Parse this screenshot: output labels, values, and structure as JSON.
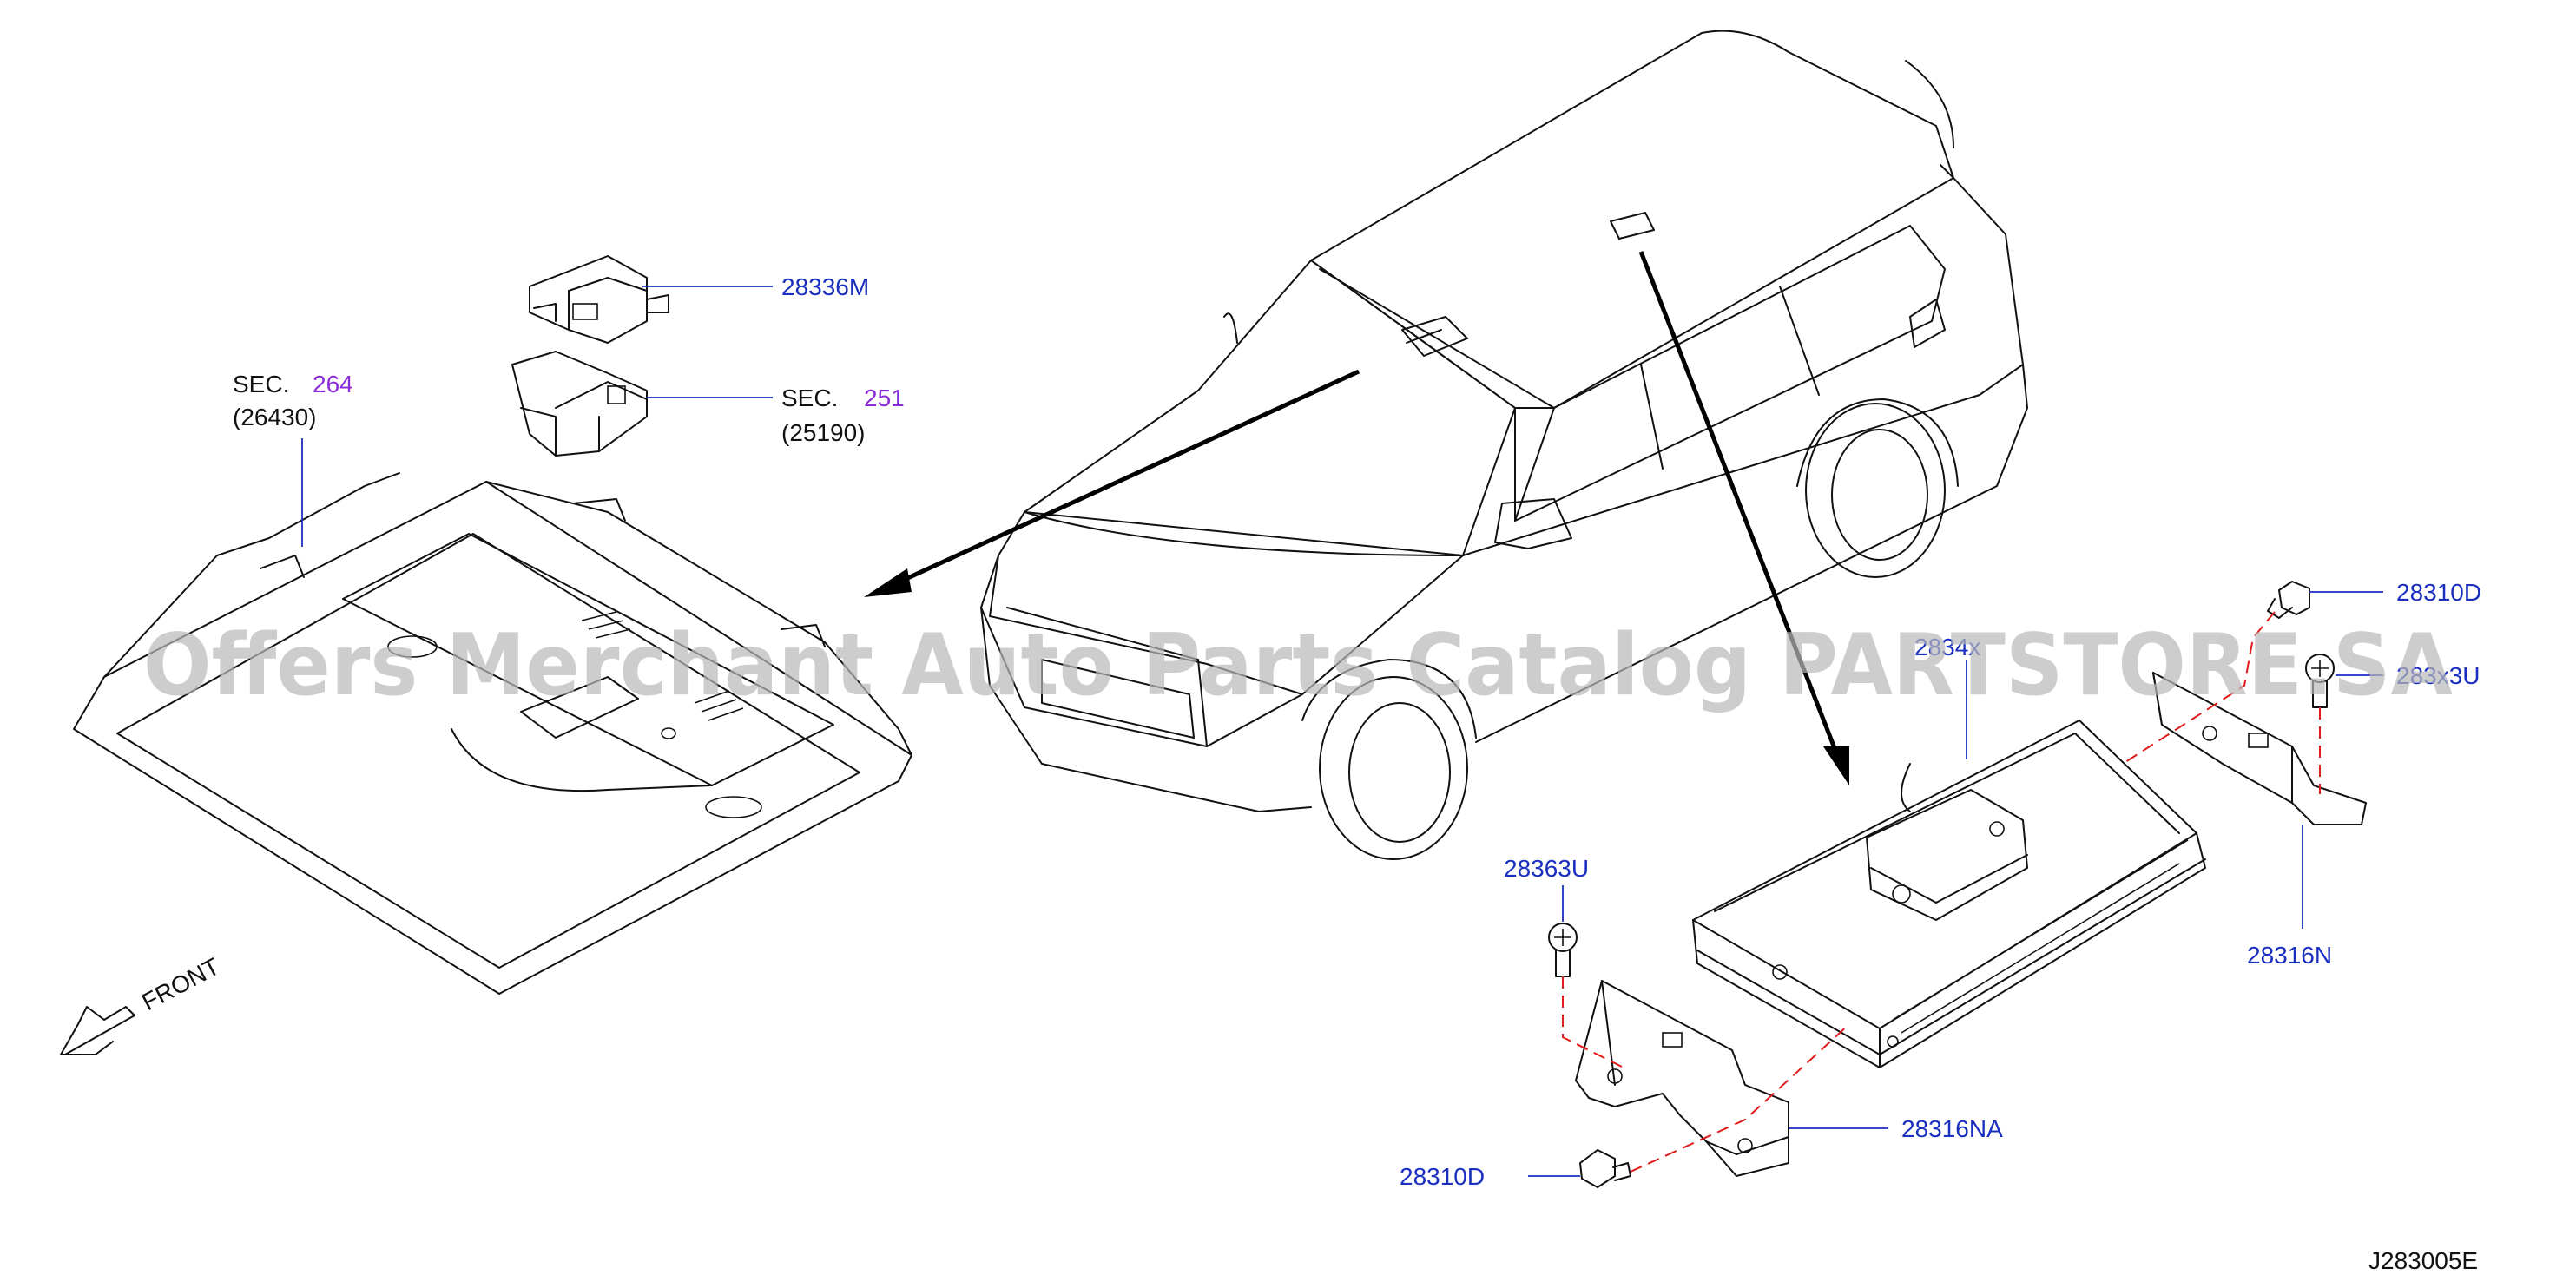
{
  "watermark": "Offers Merchant Auto Parts Catalog PARTSTORE.SA",
  "diagram_code": "J283005E",
  "front_label": "FRONT",
  "callouts": {
    "p28336M": "28336M",
    "sec251_prefix": "SEC.",
    "sec251_num": "251",
    "sec251_sub": "(25190)",
    "sec264_prefix": "SEC.",
    "sec264_num": "264",
    "sec264_sub": "(26430)",
    "p2834x": "2834x",
    "p28310D_top": "28310D",
    "p283x3U_right": "283x3U",
    "p28316N": "28316N",
    "p28363U": "28363U",
    "p28316NA": "28316NA",
    "p28310D_bottom": "28310D"
  },
  "colors": {
    "part_number": "#1a2fbf",
    "section_ref": "#8a2bd8",
    "dashed_guide": "#e01b1b",
    "watermark": "#b9b9b9"
  }
}
